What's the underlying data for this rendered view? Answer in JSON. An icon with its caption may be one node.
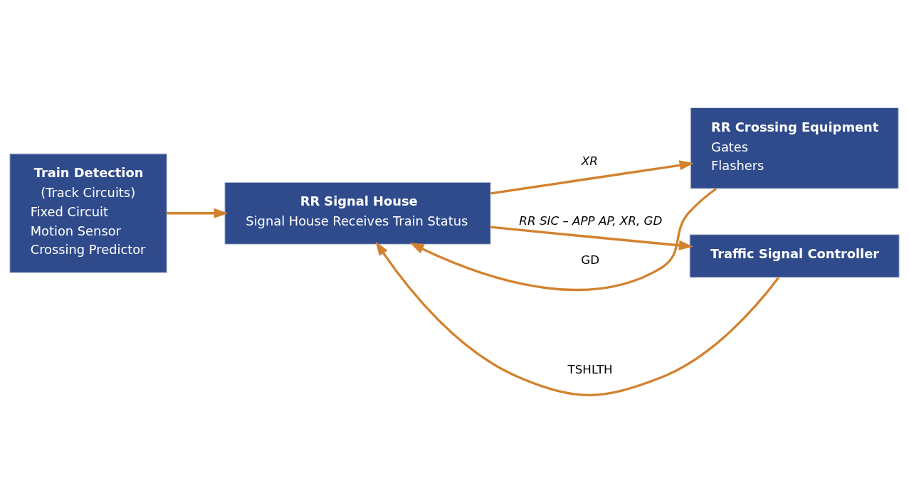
{
  "diagram": {
    "nodes": [
      {
        "text": [
          "Train Detection",
          "(Track Circuits)",
          "Fixed Circuit",
          "Motion Sensor",
          "Crossing Predictor"
        ]
      },
      {
        "text": [
          "RR Signal House",
          "Signal House Receives Train Status"
        ]
      },
      {
        "text": [
          "RR Crossing Equipment",
          "Gates",
          "Flashers"
        ]
      },
      {
        "text": [
          "Traffic Signal Controller"
        ]
      }
    ],
    "edges": [
      {
        "from": 0,
        "to": 1,
        "arrow": "to"
      },
      {
        "from": 1,
        "to": 2,
        "arrow": "to",
        "label": "XR"
      },
      {
        "from": 2,
        "to": 1,
        "arrow": "to",
        "label": "GD"
      },
      {
        "from": 1,
        "to": 3,
        "arrow": "to",
        "label": "RR SIC – APP AP, XR, GD"
      },
      {
        "from": 3,
        "to": 1,
        "arrow": "to",
        "label": "TSHLTH"
      }
    ]
  }
}
